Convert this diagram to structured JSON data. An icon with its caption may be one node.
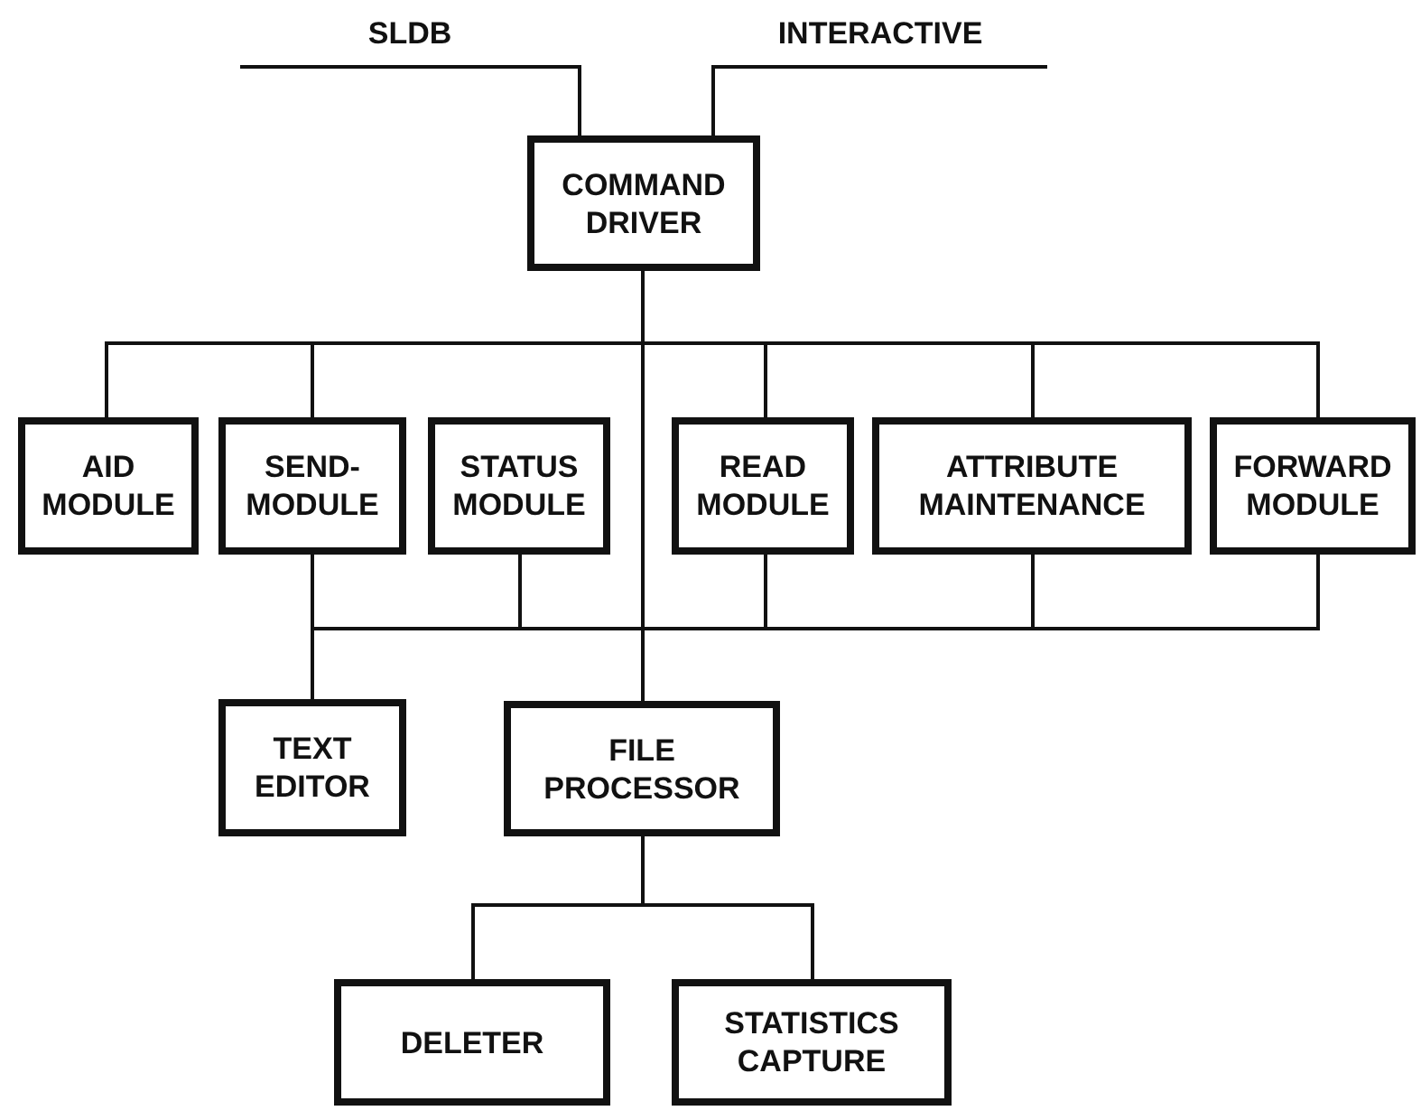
{
  "diagram": {
    "nodes": [
      {
        "text": [
          "SLDB"
        ]
      },
      {
        "text": [
          "INTERACTIVE"
        ]
      },
      {
        "text": [
          "COMMAND DRIVER"
        ]
      },
      {
        "text": [
          "AID MODULE"
        ]
      },
      {
        "text": [
          "SEND- MODULE"
        ]
      },
      {
        "text": [
          "STATUS MODULE"
        ]
      },
      {
        "text": [
          "READ MODULE"
        ]
      },
      {
        "text": [
          "ATTRIBUTE MAINTENANCE"
        ]
      },
      {
        "text": [
          "FORWARD MODULE"
        ]
      },
      {
        "text": [
          "TEXT EDITOR"
        ]
      },
      {
        "text": [
          "FILE PROCESSOR"
        ]
      },
      {
        "text": [
          "DELETER"
        ]
      },
      {
        "text": [
          "STATISTICS CAPTURE"
        ]
      }
    ],
    "edges": [
      {
        "from": 0,
        "to": 2,
        "arrow": "none"
      },
      {
        "from": 1,
        "to": 2,
        "arrow": "none"
      },
      {
        "from": 2,
        "to": 3,
        "arrow": "none"
      },
      {
        "from": 2,
        "to": 4,
        "arrow": "none"
      },
      {
        "from": 2,
        "to": 6,
        "arrow": "none"
      },
      {
        "from": 2,
        "to": 7,
        "arrow": "none"
      },
      {
        "from": 2,
        "to": 8,
        "arrow": "none"
      },
      {
        "from": 2,
        "to": 10,
        "arrow": "none"
      },
      {
        "from": 4,
        "to": 9,
        "arrow": "none"
      },
      {
        "from": 5,
        "to": 9,
        "arrow": "none"
      },
      {
        "from": 6,
        "to": 9,
        "arrow": "none"
      },
      {
        "from": 7,
        "to": 9,
        "arrow": "none"
      },
      {
        "from": 8,
        "to": 9,
        "arrow": "none"
      },
      {
        "from": 10,
        "to": 11,
        "arrow": "none"
      },
      {
        "from": 10,
        "to": 12,
        "arrow": "none"
      }
    ]
  }
}
